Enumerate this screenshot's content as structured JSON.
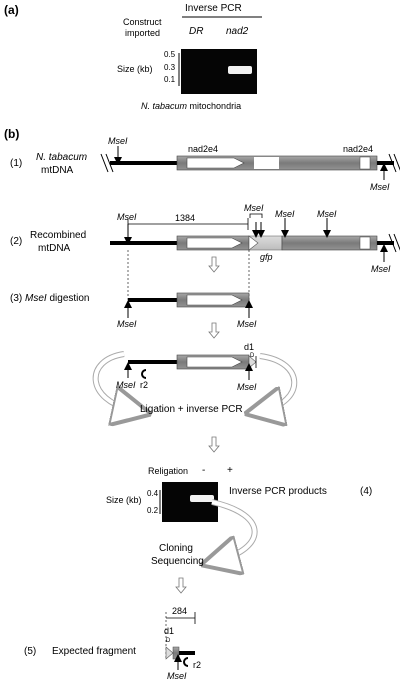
{
  "panel_a": {
    "label_open": "(",
    "label_letter": "a",
    "label_close": ")",
    "header": "Inverse PCR",
    "construct_line1": "Construct",
    "construct_line2": "imported",
    "lane_dr": "DR",
    "lane_nad2": "nad2",
    "size_label": "Size (kb)",
    "ticks": [
      "0.5",
      "0.3",
      "0.1"
    ],
    "caption_species": "N. tabacum",
    "caption_rest": "mitochondria"
  },
  "panel_b": {
    "label_open": "(",
    "label_letter": "b",
    "label_close": ")",
    "step1_num": "(1)",
    "step1_species": "N. tabacum",
    "step1_rest": "mtDNA",
    "nad2e4_left": "nad2e4",
    "nad2e4_right": "nad2e4",
    "msei": "MseI",
    "step2_num": "(2)",
    "step2_line1": "Recombined",
    "step2_line2": "mtDNA",
    "distance_1384": "1384",
    "gfp": "gfp",
    "step3_num": "(3)",
    "step3_enzyme": "MseI",
    "step3_rest": "digestion",
    "d1": "d1",
    "d_small": "D",
    "r2": "r2",
    "ligation": "Ligation + inverse PCR",
    "religation": "Religation",
    "minus": "-",
    "plus": "+",
    "size_label": "Size (kb)",
    "ticks": [
      "0.4",
      "0.2"
    ],
    "inverse_products": "Inverse PCR products",
    "step4_num": "(4)",
    "cloning": "Cloning",
    "sequencing": "Sequencing",
    "distance_284": "284",
    "step5_num": "(5)",
    "step5_text": "Expected fragment"
  }
}
